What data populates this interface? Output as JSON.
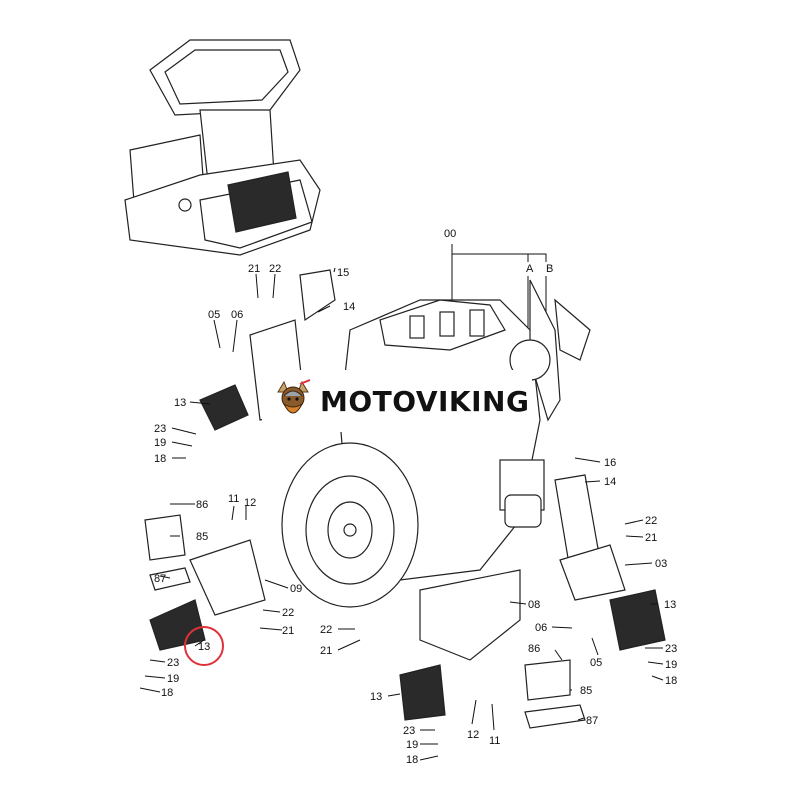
{
  "brand": {
    "name": "MOTOVIKING",
    "logo_icon": "viking-mascot-icon"
  },
  "highlight_color": "#e0303a",
  "top_labels": {
    "group": "00",
    "a": "A",
    "b": "B"
  },
  "callouts": [
    {
      "id": "c21a",
      "text": "21"
    },
    {
      "id": "c22a",
      "text": "22"
    },
    {
      "id": "c15",
      "text": "15"
    },
    {
      "id": "c14a",
      "text": "14"
    },
    {
      "id": "c05a",
      "text": "05"
    },
    {
      "id": "c06a",
      "text": "06"
    },
    {
      "id": "c13a",
      "text": "13"
    },
    {
      "id": "c23a",
      "text": "23"
    },
    {
      "id": "c19a",
      "text": "19"
    },
    {
      "id": "c18a",
      "text": "18"
    },
    {
      "id": "c86a",
      "text": "86"
    },
    {
      "id": "c85a",
      "text": "85"
    },
    {
      "id": "c87a",
      "text": "87"
    },
    {
      "id": "c11a",
      "text": "11"
    },
    {
      "id": "c12a",
      "text": "12"
    },
    {
      "id": "c09",
      "text": "09"
    },
    {
      "id": "c22b",
      "text": "22"
    },
    {
      "id": "c21b",
      "text": "21"
    },
    {
      "id": "c13b",
      "text": "13"
    },
    {
      "id": "c23b",
      "text": "23"
    },
    {
      "id": "c19b",
      "text": "19"
    },
    {
      "id": "c18b",
      "text": "18"
    },
    {
      "id": "c16",
      "text": "16"
    },
    {
      "id": "c14b",
      "text": "14"
    },
    {
      "id": "c22c",
      "text": "22"
    },
    {
      "id": "c21c",
      "text": "21"
    },
    {
      "id": "c03",
      "text": "03"
    },
    {
      "id": "c13c",
      "text": "13"
    },
    {
      "id": "c08",
      "text": "08"
    },
    {
      "id": "c22d",
      "text": "22"
    },
    {
      "id": "c21d",
      "text": "21"
    },
    {
      "id": "c06b",
      "text": "06"
    },
    {
      "id": "c05b",
      "text": "05"
    },
    {
      "id": "c23c",
      "text": "23"
    },
    {
      "id": "c19c",
      "text": "19"
    },
    {
      "id": "c18c",
      "text": "18"
    },
    {
      "id": "c86b",
      "text": "86"
    },
    {
      "id": "c85b",
      "text": "85"
    },
    {
      "id": "c87b",
      "text": "87"
    },
    {
      "id": "c13d",
      "text": "13"
    },
    {
      "id": "c23d",
      "text": "23"
    },
    {
      "id": "c19d",
      "text": "19"
    },
    {
      "id": "c18d",
      "text": "18"
    },
    {
      "id": "c12b",
      "text": "12"
    },
    {
      "id": "c11b",
      "text": "11"
    }
  ]
}
